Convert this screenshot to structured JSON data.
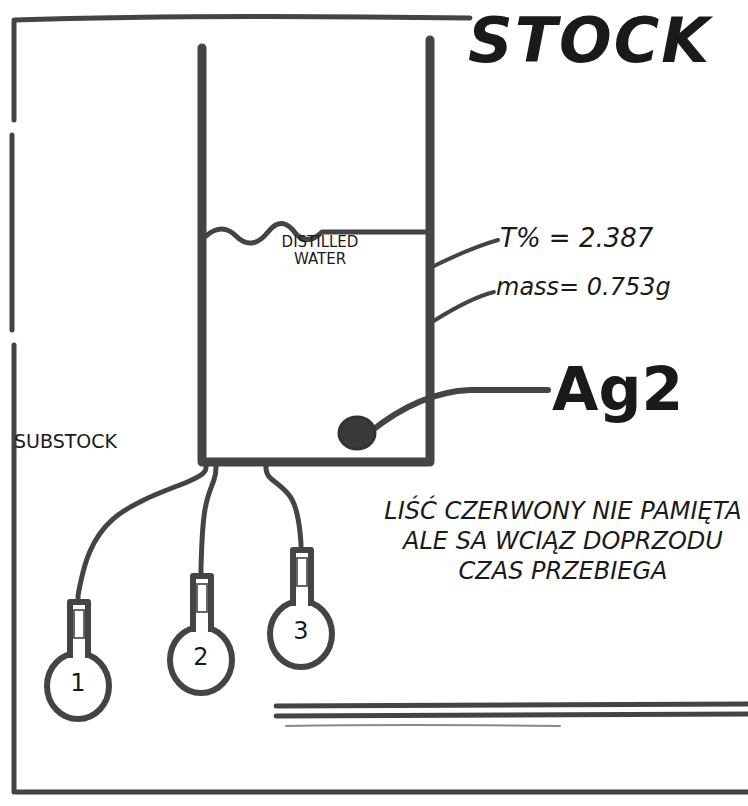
{
  "diagram": {
    "title": "STOCK",
    "nodes": [
      {
        "text": [
          "DISTILLED WATER"
        ]
      },
      {
        "text": [
          "1"
        ]
      },
      {
        "text": [
          "2"
        ]
      },
      {
        "text": [
          "3"
        ]
      }
    ],
    "edges": [
      {
        "from": 0,
        "to": 1,
        "arrow": "none"
      },
      {
        "from": 0,
        "to": 2,
        "arrow": "none"
      },
      {
        "from": 0,
        "to": 3,
        "arrow": "none"
      }
    ],
    "labels": [
      "T% = 2.387",
      "mass= 0.753g",
      "Ag2",
      "SUBSTOCK",
      "LIŚĆ CZERWONY NIE PAMIĘTA ALE SA WCIĄZ DOPRZODU CZAS PRZEBIEGA"
    ]
  }
}
